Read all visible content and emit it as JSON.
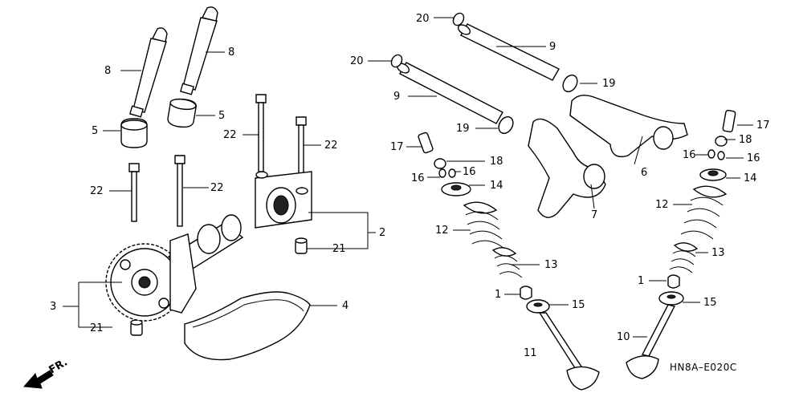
{
  "diagram": {
    "code": "HN8A–E020C",
    "direction_label": "FR.",
    "callouts": {
      "c1a": "1",
      "c1b": "1",
      "c2": "2",
      "c3": "3",
      "c4": "4",
      "c5a": "5",
      "c5b": "5",
      "c6": "6",
      "c7": "7",
      "c8a": "8",
      "c8b": "8",
      "c9a": "9",
      "c9b": "9",
      "c10": "10",
      "c11": "11",
      "c12a": "12",
      "c12b": "12",
      "c13a": "13",
      "c13b": "13",
      "c14a": "14",
      "c14b": "14",
      "c15a": "15",
      "c15b": "15",
      "c16a": "16",
      "c16b": "16",
      "c16c": "16",
      "c16d": "16",
      "c17a": "17",
      "c17b": "17",
      "c18a": "18",
      "c18b": "18",
      "c19a": "19",
      "c19b": "19",
      "c20a": "20",
      "c20b": "20",
      "c21a": "21",
      "c21b": "21",
      "c22a": "22",
      "c22b": "22",
      "c22c": "22",
      "c22d": "22"
    }
  }
}
